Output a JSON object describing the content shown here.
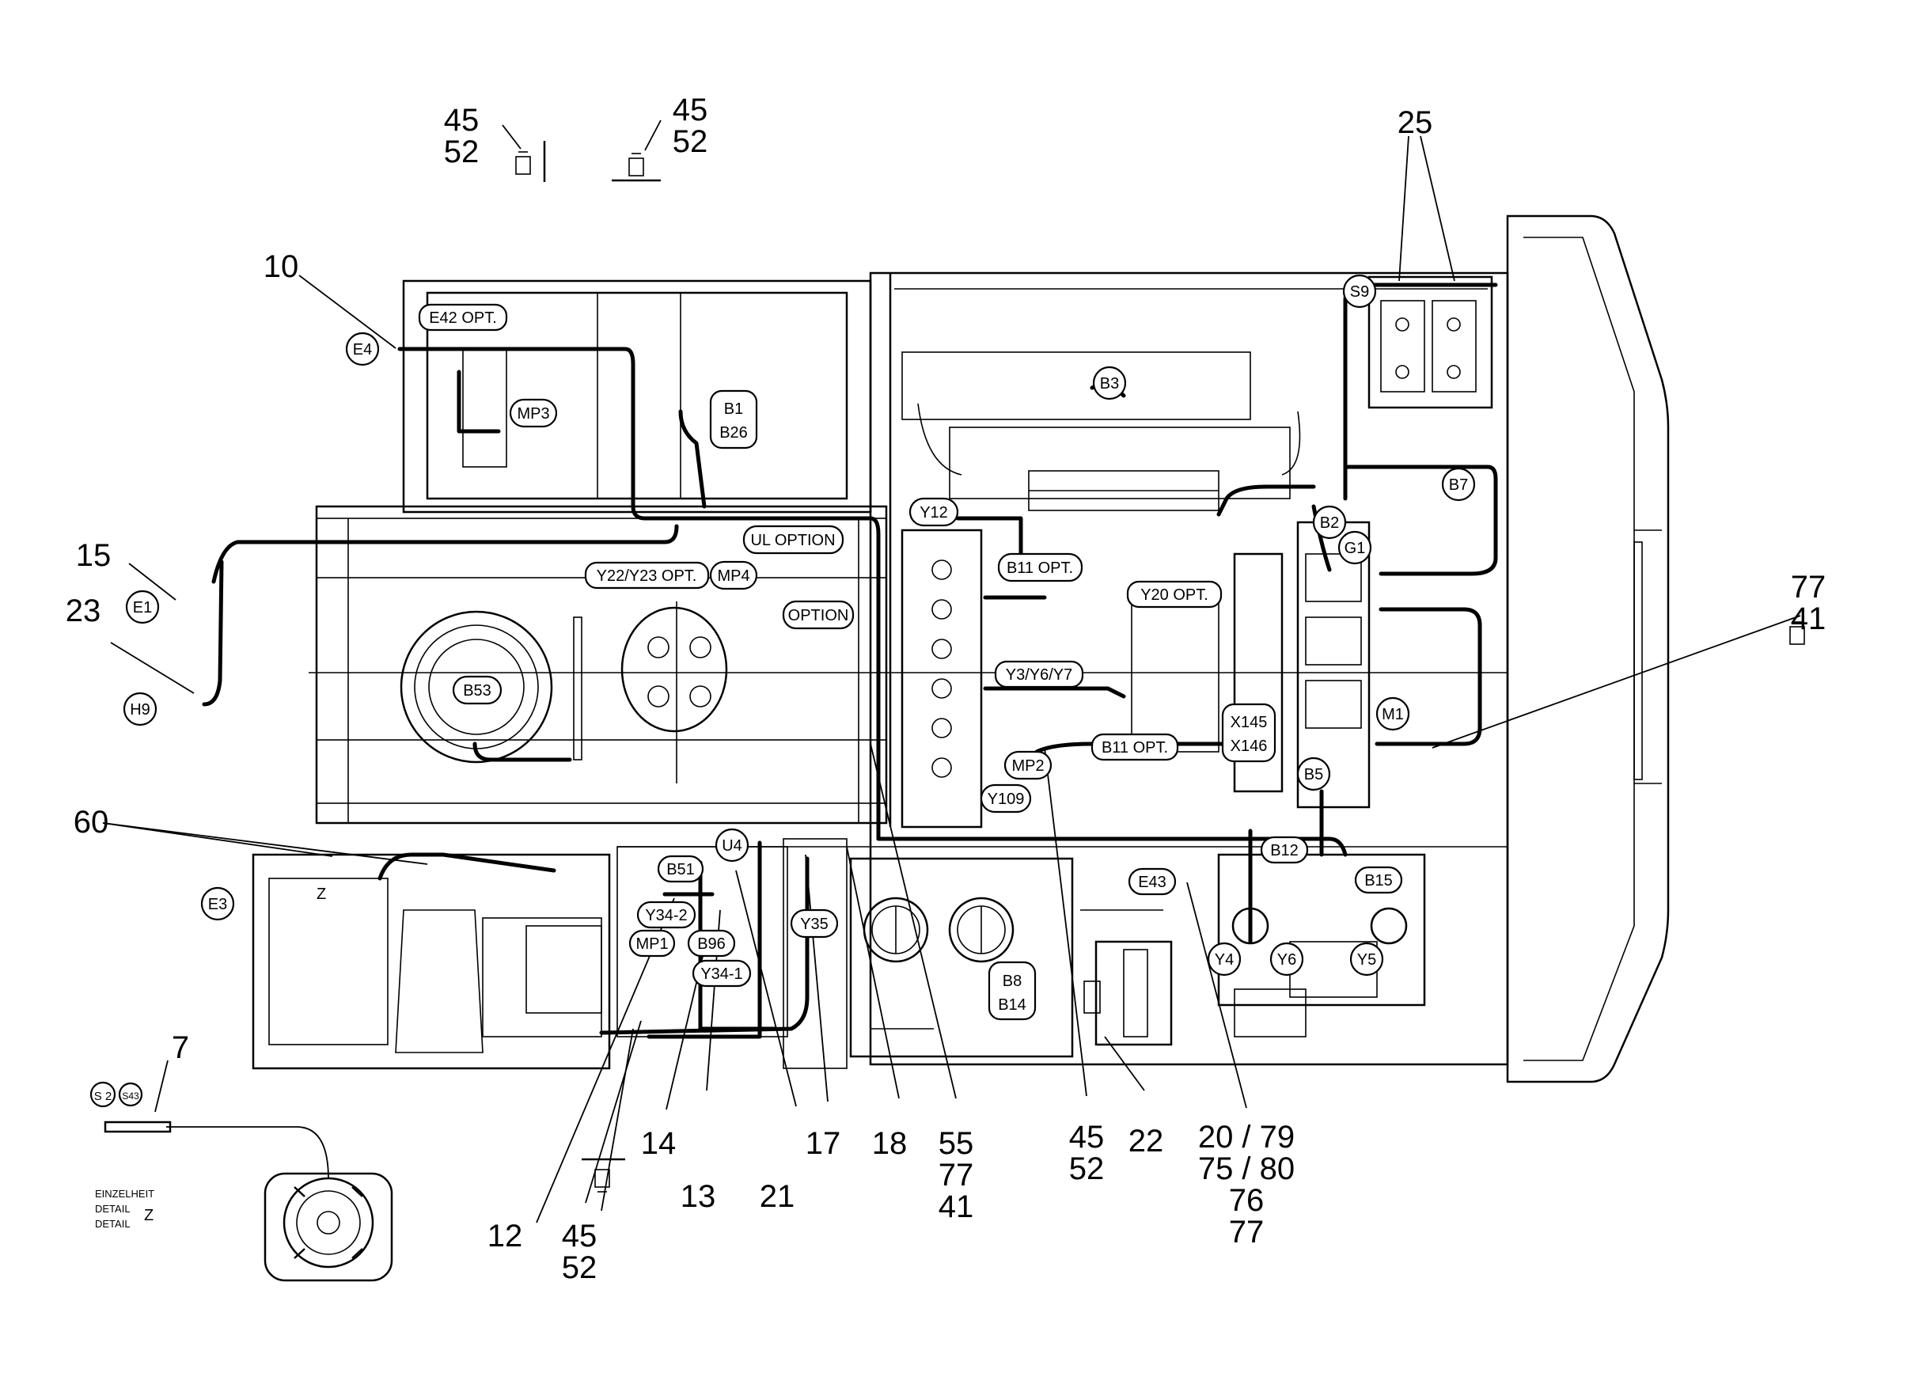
{
  "callouts": [
    {
      "id": "c-45-52-a",
      "lines": [
        "45",
        "52"
      ]
    },
    {
      "id": "c-45-52-b",
      "lines": [
        "45",
        "52"
      ]
    },
    {
      "id": "c-25",
      "lines": [
        "25"
      ]
    },
    {
      "id": "c-10",
      "lines": [
        "10"
      ]
    },
    {
      "id": "c-15",
      "lines": [
        "15"
      ]
    },
    {
      "id": "c-23",
      "lines": [
        "23"
      ]
    },
    {
      "id": "c-77-41",
      "lines": [
        "77",
        "41"
      ]
    },
    {
      "id": "c-60",
      "lines": [
        "60"
      ]
    },
    {
      "id": "c-7",
      "lines": [
        "7"
      ]
    },
    {
      "id": "c-14",
      "lines": [
        "14"
      ]
    },
    {
      "id": "c-17",
      "lines": [
        "17"
      ]
    },
    {
      "id": "c-18",
      "lines": [
        "18"
      ]
    },
    {
      "id": "c-55-77-41",
      "lines": [
        "55",
        "77",
        "41"
      ]
    },
    {
      "id": "c-45-52-c",
      "lines": [
        "45",
        "52"
      ]
    },
    {
      "id": "c-22",
      "lines": [
        "22"
      ]
    },
    {
      "id": "c-20-79",
      "lines": [
        "20 / 79",
        "75 / 80",
        "76",
        "77"
      ]
    },
    {
      "id": "c-13",
      "lines": [
        "13"
      ]
    },
    {
      "id": "c-21",
      "lines": [
        "21"
      ]
    },
    {
      "id": "c-12",
      "lines": [
        "12"
      ]
    },
    {
      "id": "c-45-52-d",
      "lines": [
        "45",
        "52"
      ]
    }
  ],
  "tags": {
    "e4": "E4",
    "e42": "E42 OPT.",
    "mp3": "MP3",
    "b1": "B1",
    "b26": "B26",
    "b3": "B3",
    "s9": "S9",
    "b7": "B7",
    "y12": "Y12",
    "b2": "B2",
    "g1": "G1",
    "ul_option": "UL OPTION",
    "y22": "Y22/Y23 OPT.",
    "mp4": "MP4",
    "b11_top": "B11 OPT.",
    "y20": "Y20 OPT.",
    "e1": "E1",
    "option": "OPTION",
    "h9": "H9",
    "b53": "B53",
    "y3": "Y3/Y6/Y7",
    "m1": "M1",
    "x145": "X145",
    "x146": "X146",
    "mp2": "MP2",
    "b11_mid": "B11 OPT.",
    "b5": "B5",
    "y109": "Y109",
    "e3": "E3",
    "u4": "U4",
    "b51": "B51",
    "b12": "B12",
    "e43": "E43",
    "b15": "B15",
    "y34_2": "Y34-2",
    "mp1": "MP1",
    "b96": "B96",
    "y35": "Y35",
    "y34_1": "Y34-1",
    "y4": "Y4",
    "y6": "Y6",
    "y5": "Y5",
    "b8": "B8",
    "b14": "B14",
    "s2": "S 2",
    "s43": "S43"
  },
  "detail_note": {
    "line1": "EINZELHEIT",
    "line2": "DETAIL",
    "line3": "DETAIL",
    "letter": "Z",
    "marker": "Z"
  }
}
